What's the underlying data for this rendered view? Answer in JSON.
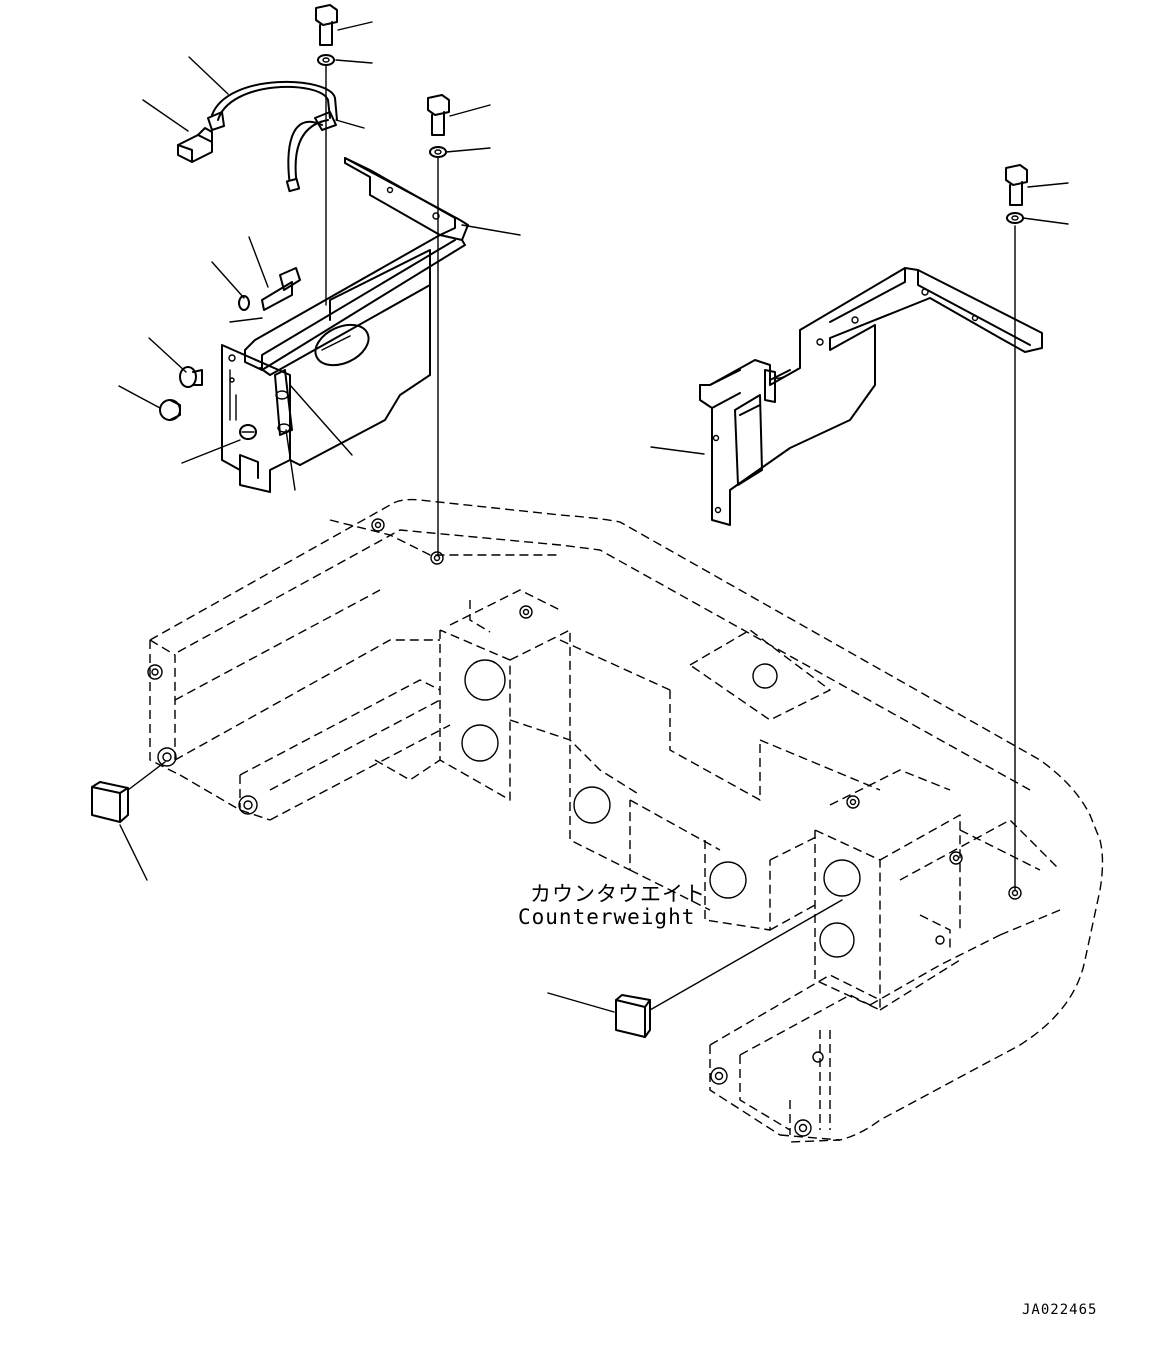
{
  "labels": {
    "counterweight_jp": "カウンタウエイト",
    "counterweight_en": "Counterweight"
  },
  "drawing_code": "JA022465",
  "colors": {
    "ink": "#000000",
    "background": "#ffffff"
  },
  "icons": [
    "bolt-icon",
    "washer-icon",
    "cable-icon",
    "terminal-icon",
    "plug-cap-icon",
    "bracket-icon",
    "cover-bracket-icon",
    "cap-plug-icon"
  ]
}
